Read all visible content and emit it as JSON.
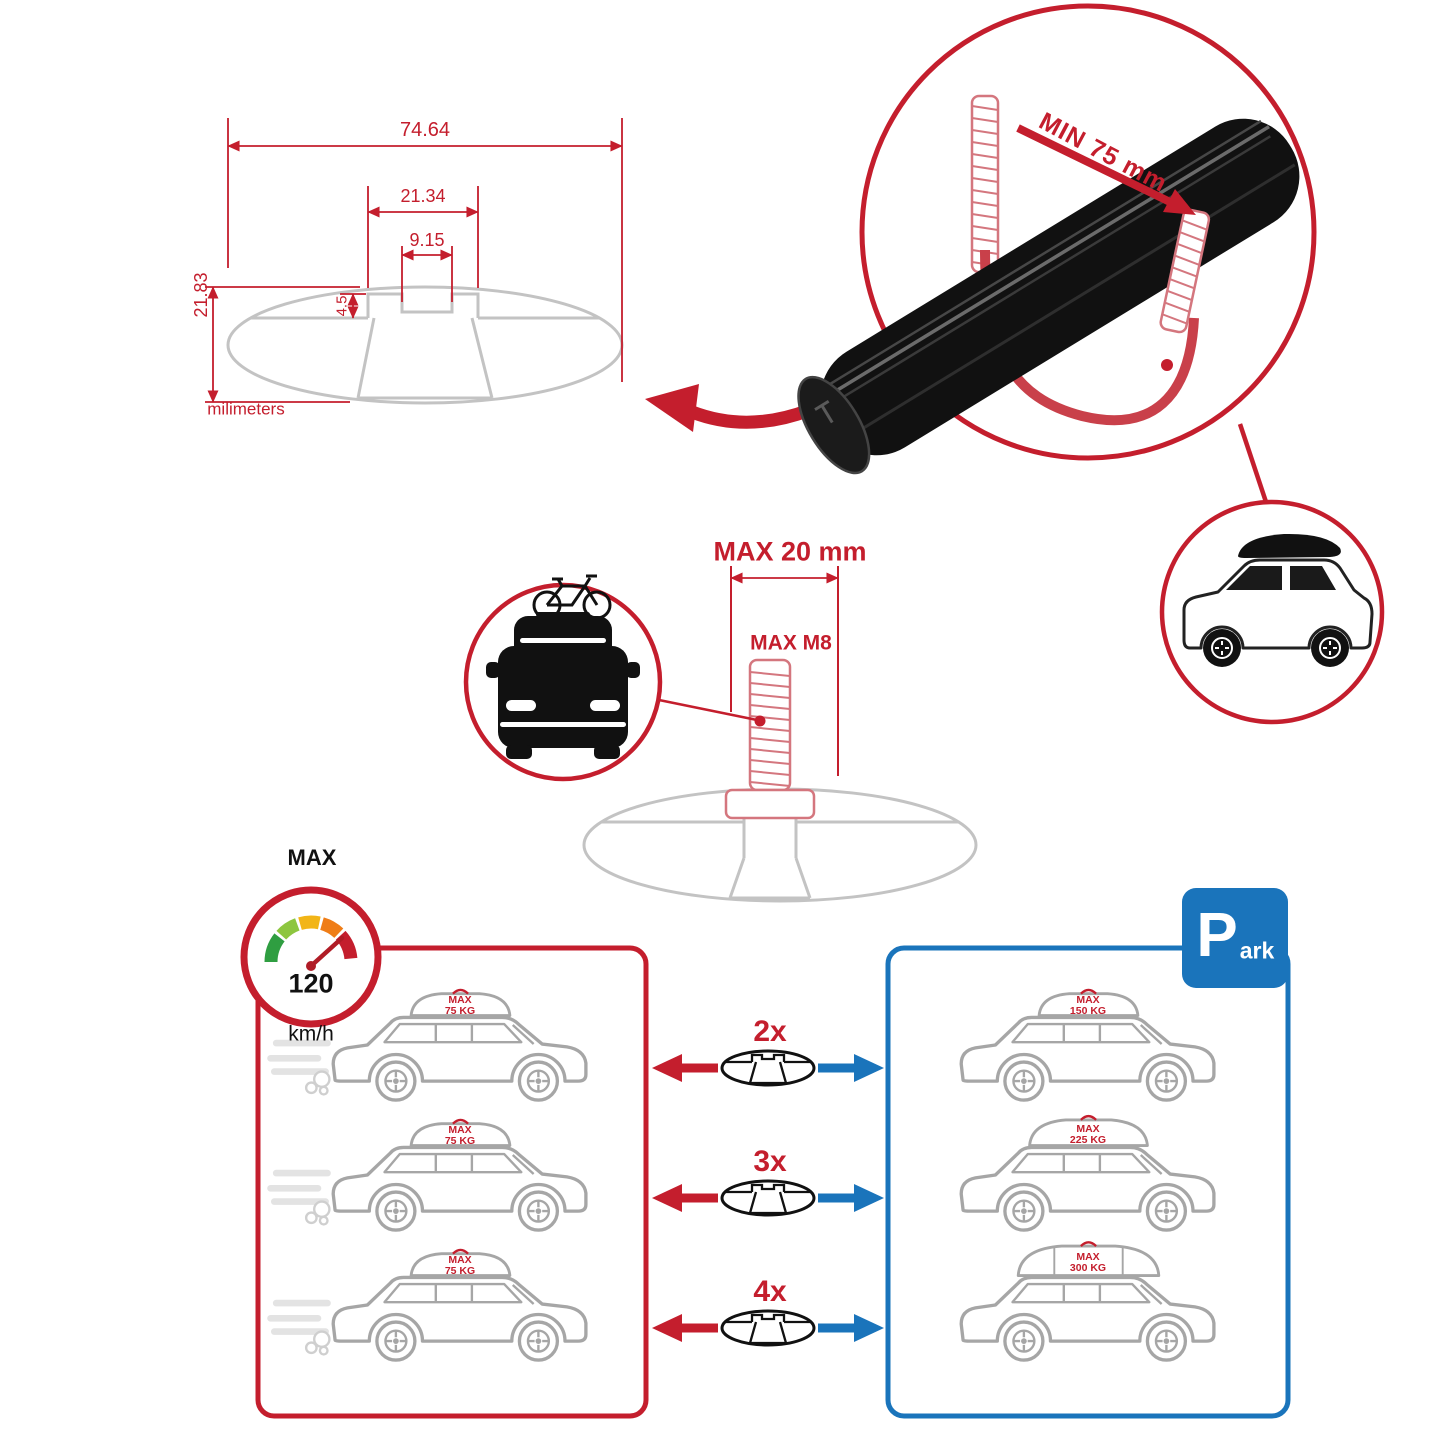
{
  "colors": {
    "accent_red": "#c41e2d",
    "accent_blue": "#1a74bb",
    "drawing_gray": "#c3c3c3",
    "car_gray": "#a6a6a6",
    "clamp_pink": "#d4767e"
  },
  "profile_drawing": {
    "total_width_mm": "74.64",
    "channel_outer_width_mm": "21.34",
    "channel_inner_width_mm": "9.15",
    "lip_depth_mm": "4.5",
    "total_height_mm": "21.83",
    "units_label": "milimeters"
  },
  "clamp_inset": {
    "min_clearance_label": "MIN 75 mm"
  },
  "bolt_spec": {
    "max_length_label": "MAX 20 mm",
    "max_thread_label": "MAX M8"
  },
  "speed_limit": {
    "title": "MAX",
    "value": "120",
    "unit": "km/h"
  },
  "park_sign": {
    "big_letter": "P",
    "small_letters": "ark"
  },
  "capacity_left": {
    "items": [
      {
        "label": "MAX",
        "weight": "75 KG"
      },
      {
        "label": "MAX",
        "weight": "75 KG"
      },
      {
        "label": "MAX",
        "weight": "75 KG"
      }
    ]
  },
  "capacity_right": {
    "items": [
      {
        "label": "MAX",
        "weight": "150 KG"
      },
      {
        "label": "MAX",
        "weight": "225 KG"
      },
      {
        "label": "MAX",
        "weight": "300 KG"
      }
    ]
  },
  "bar_counts": [
    "2x",
    "3x",
    "4x"
  ]
}
